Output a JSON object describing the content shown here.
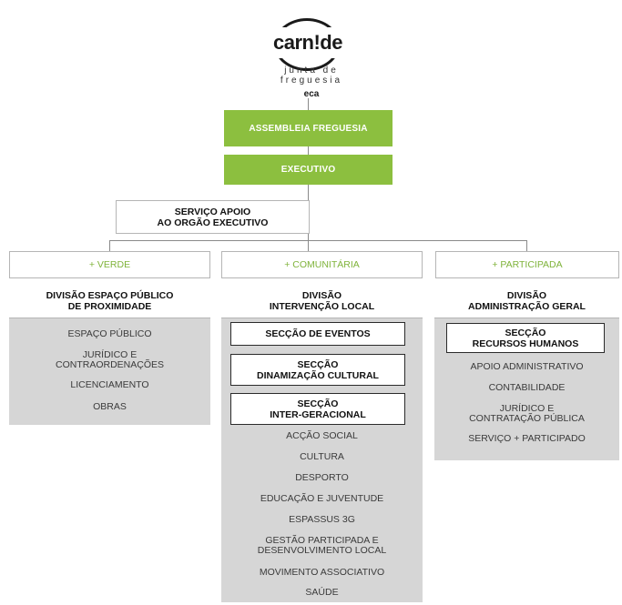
{
  "logo": {
    "wordmark": "carn!de",
    "subtitle": "junta de\nfreguesia",
    "mark": "eca"
  },
  "top": {
    "assembleia": "ASSEMBLEIA FREGUESIA",
    "executivo": "EXECUTIVO",
    "servico": "SERVIÇO APOIO\nAO ORGÃO EXECUTIVO"
  },
  "branches": {
    "verde": "+ VERDE",
    "comunitaria": "+ COMUNITÁRIA",
    "participada": "+ PARTICIPADA"
  },
  "left": {
    "title": "DIVISÃO ESPAÇO PÚBLICO\nDE PROXIMIDADE",
    "items": [
      "ESPAÇO PÚBLICO",
      "JURÍDICO E\nCONTRAORDENAÇÕES",
      "LICENCIAMENTO",
      "OBRAS"
    ]
  },
  "middle": {
    "title": "DIVISÃO\nINTERVENÇÃO LOCAL",
    "sections": [
      "SECÇÃO DE EVENTOS",
      "SECÇÃO\nDINAMIZAÇÃO CULTURAL",
      "SECÇÃO\nINTER-GERACIONAL"
    ],
    "items": [
      "ACÇÃO SOCIAL",
      "CULTURA",
      "DESPORTO",
      "EDUCAÇÃO E JUVENTUDE",
      "ESPASSUS 3G",
      "GESTÃO PARTICIPADA E\nDESENVOLVIMENTO LOCAL",
      "MOVIMENTO ASSOCIATIVO",
      "SAÚDE"
    ]
  },
  "right": {
    "title": "DIVISÃO\nADMINISTRAÇÃO GERAL",
    "sections": [
      "SECÇÃO\nRECURSOS HUMANOS"
    ],
    "items": [
      "APOIO ADMINISTRATIVO",
      "CONTABILIDADE",
      "JURÍDICO E\nCONTRATAÇÃO PÚBLICA",
      "SERVIÇO + PARTICIPADO"
    ]
  },
  "colors": {
    "accent_green": "#8cbf3f",
    "panel_grey": "#d6d6d6"
  }
}
